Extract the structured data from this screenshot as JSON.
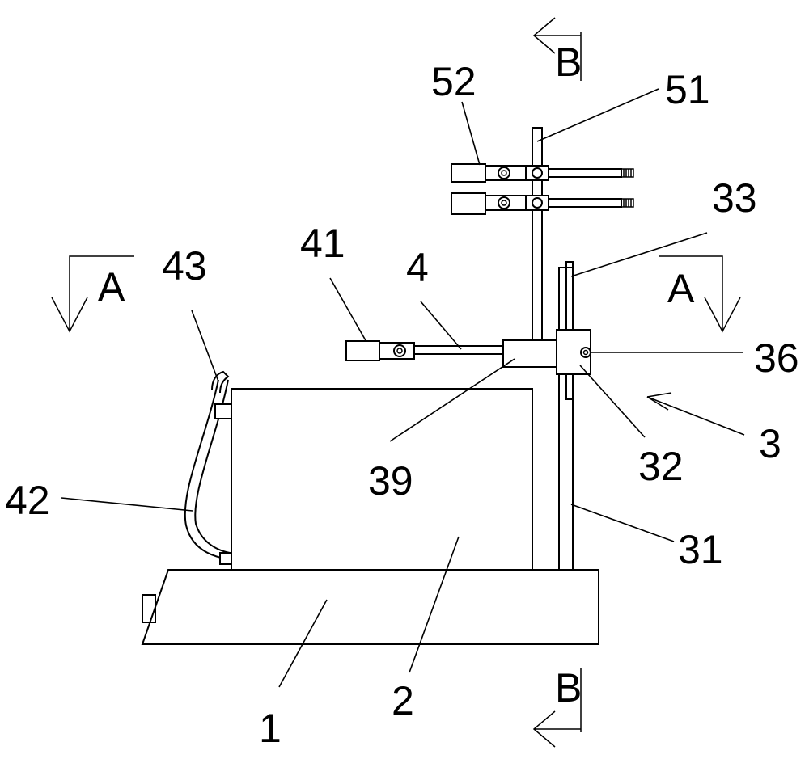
{
  "diagram": {
    "labels": {
      "l52": "52",
      "l51": "51",
      "l33": "33",
      "l41": "41",
      "l4": "4",
      "l43": "43",
      "l36": "36",
      "l39": "39",
      "l32": "32",
      "l3": "3",
      "l42": "42",
      "l31": "31",
      "l1": "1",
      "l2": "2"
    },
    "section_marks": {
      "a_left": "A",
      "a_right": "A",
      "b_top": "B",
      "b_bottom": "B"
    }
  }
}
